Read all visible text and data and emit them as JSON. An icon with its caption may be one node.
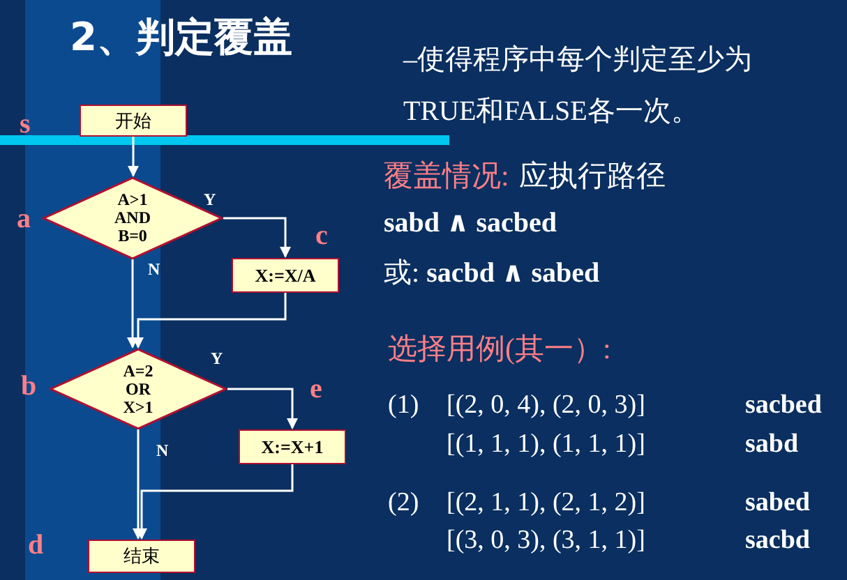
{
  "diagram": {
    "title": "2、判定覆盖",
    "nodes": [
      {
        "text": [
          "开始"
        ],
        "beside": [
          "s"
        ]
      },
      {
        "text": [
          "A>1 AND B=0"
        ],
        "beside": [
          "a"
        ]
      },
      {
        "text": [
          "X:=X/A"
        ],
        "beside": [
          "c"
        ]
      },
      {
        "text": [
          "A=2 OR X>1"
        ],
        "beside": [
          "b"
        ]
      },
      {
        "text": [
          "X:=X+1"
        ],
        "beside": [
          "e"
        ]
      },
      {
        "text": [
          "结束"
        ],
        "beside": [
          "d"
        ]
      }
    ],
    "edges": [
      {
        "from": 0,
        "to": 1,
        "arrow": "to"
      },
      {
        "from": 1,
        "to": 2,
        "arrow": "to",
        "label": "Y"
      },
      {
        "from": 1,
        "to": 3,
        "arrow": "to",
        "label": "N"
      },
      {
        "from": 2,
        "to": 3,
        "arrow": "to"
      },
      {
        "from": 3,
        "to": 4,
        "arrow": "to",
        "label": "Y"
      },
      {
        "from": 3,
        "to": 5,
        "arrow": "to",
        "label": "N"
      },
      {
        "from": 4,
        "to": 5,
        "arrow": "to"
      }
    ],
    "labels": [
      "–使得程序中每个判定至少为TRUE和FALSE各一次。",
      "覆盖情况:",
      "应执行路径",
      "sabd ∧ sacbed",
      "或:  **sacbd ∧ sabed**",
      "选择用例(其一）:",
      "(1)",
      "[(2, 0, 4), (2, 0, 3)]",
      "sacbed",
      "[(1, 1, 1), (1, 1, 1)]",
      "sabd",
      "(2)",
      "[(2, 1, 1), (2, 1, 2)]",
      "sabed",
      "[(3, 0, 3), (3, 1, 1)]",
      "sacbd"
    ]
  }
}
